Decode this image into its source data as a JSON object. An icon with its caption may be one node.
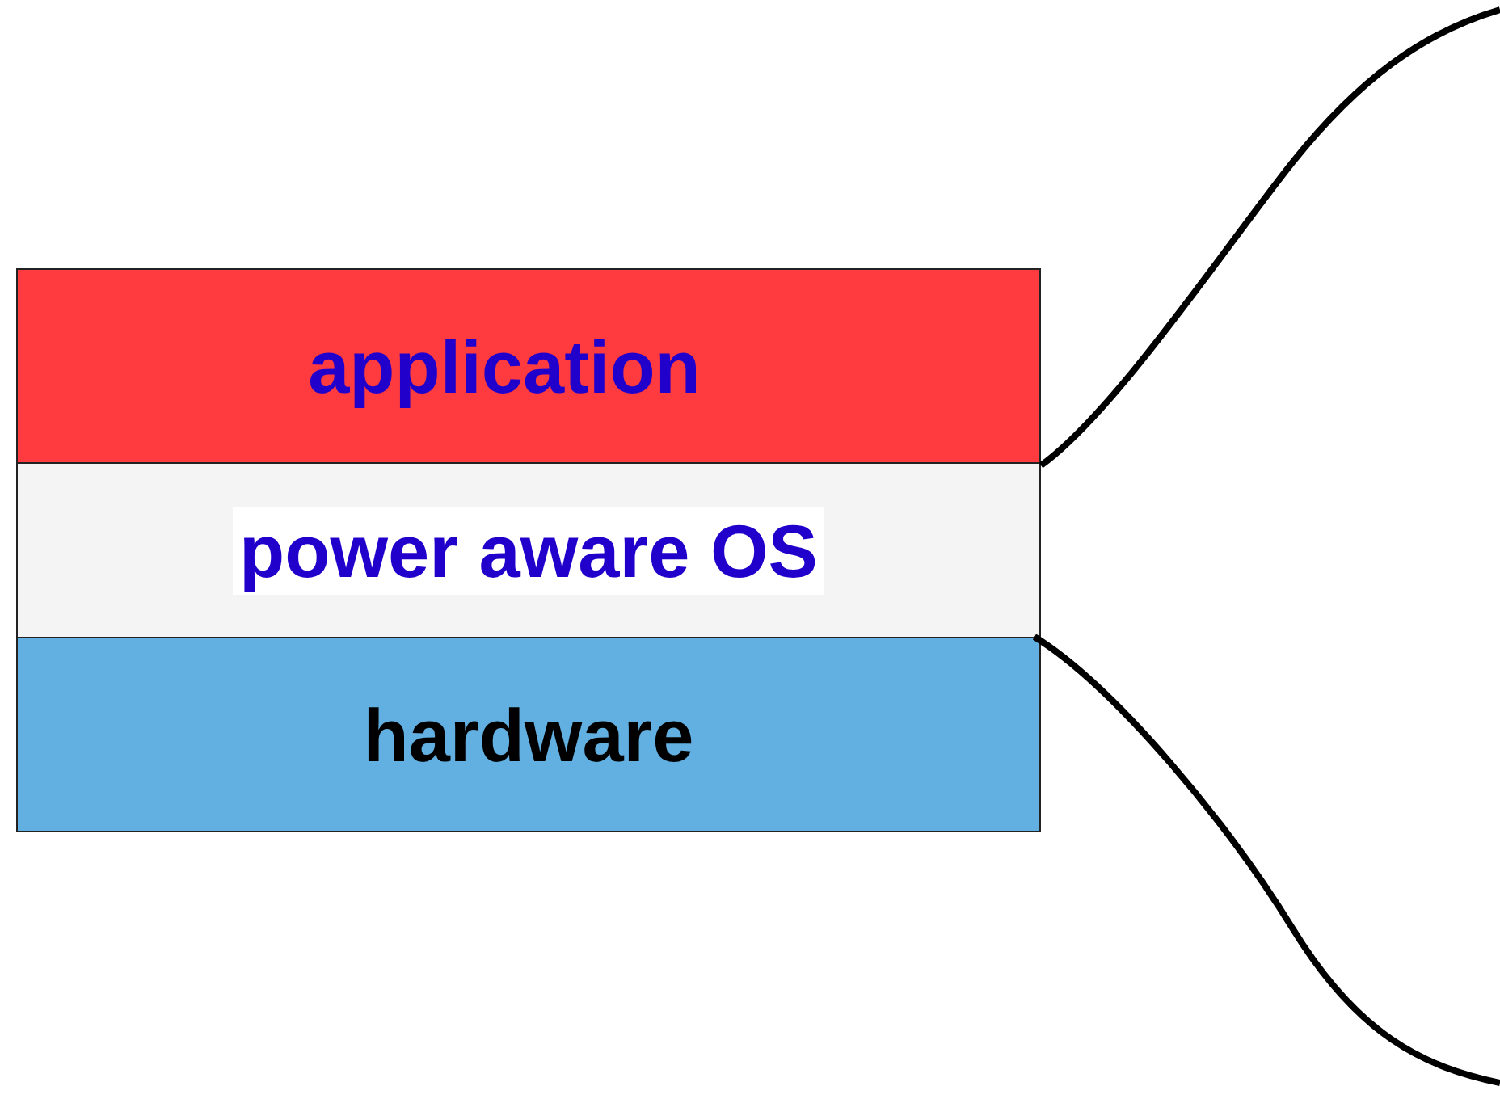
{
  "diagram": {
    "nodes": [
      {
        "text": [
          "application"
        ]
      },
      {
        "text": [
          "power aware OS"
        ]
      },
      {
        "text": [
          "hardware"
        ]
      }
    ],
    "edges": [
      {
        "from": 1,
        "to": null,
        "arrow": "none"
      },
      {
        "from": 1,
        "to": null,
        "arrow": "none"
      }
    ]
  }
}
